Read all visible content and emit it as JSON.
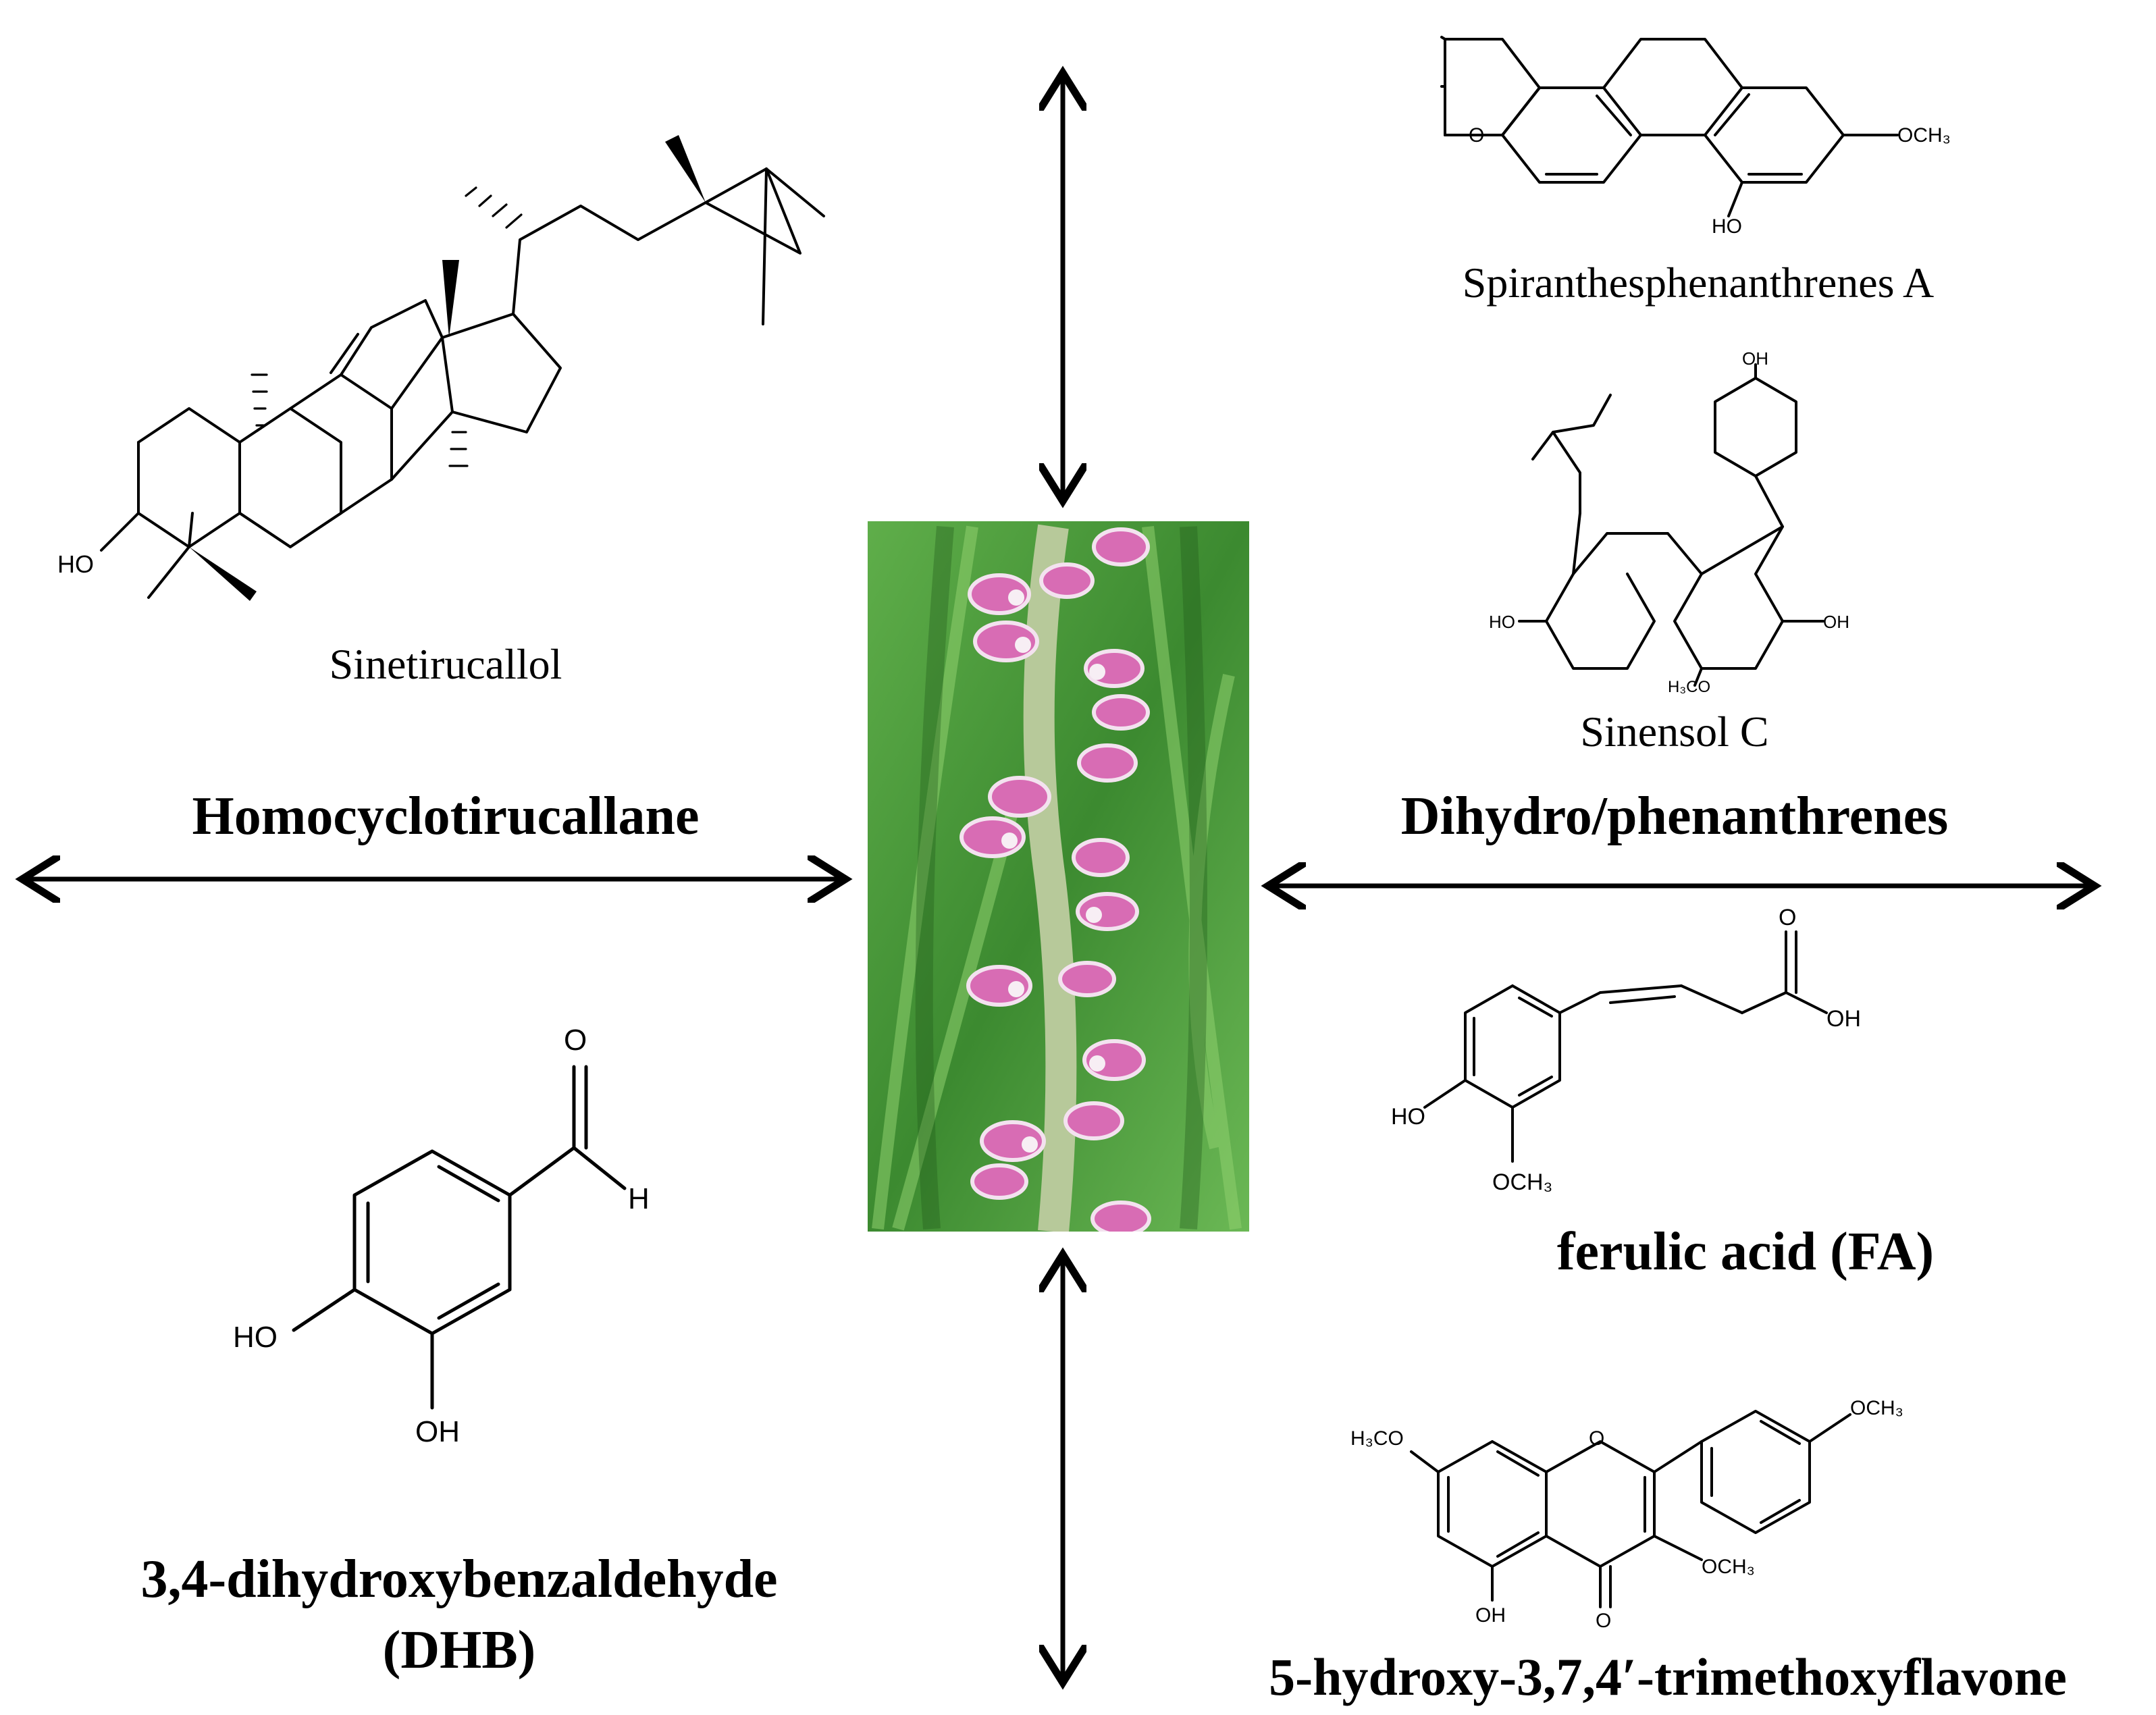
{
  "categories": {
    "homocyclotirucallane": "Homocyclotirucallane",
    "dihydrophenanthrenes": "Dihydro/phenanthrenes"
  },
  "compounds": {
    "sinetirucallol": "Sinetirucallol",
    "spiranthesphenanthrene_a": "Spiranthesphenanthrenes A",
    "sinensol_c": "Sinensol C",
    "ferulic_acid": "ferulic acid (FA)",
    "dhb_line1": "3,4-dihydroxybenzaldehyde",
    "dhb_line2": "(DHB)",
    "flavone": "5-hydroxy-3,7,4′-trimethoxyflavone"
  },
  "atoms": {
    "HO": "HO",
    "OH": "OH",
    "O": "O",
    "H": "H",
    "OCH3": "OCH₃",
    "H3CO": "H₃CO"
  },
  "colors": {
    "bonds": "#000000",
    "background": "#ffffff",
    "flower_pink": "#d86cb4",
    "leaf_green": "#3f8f33"
  }
}
